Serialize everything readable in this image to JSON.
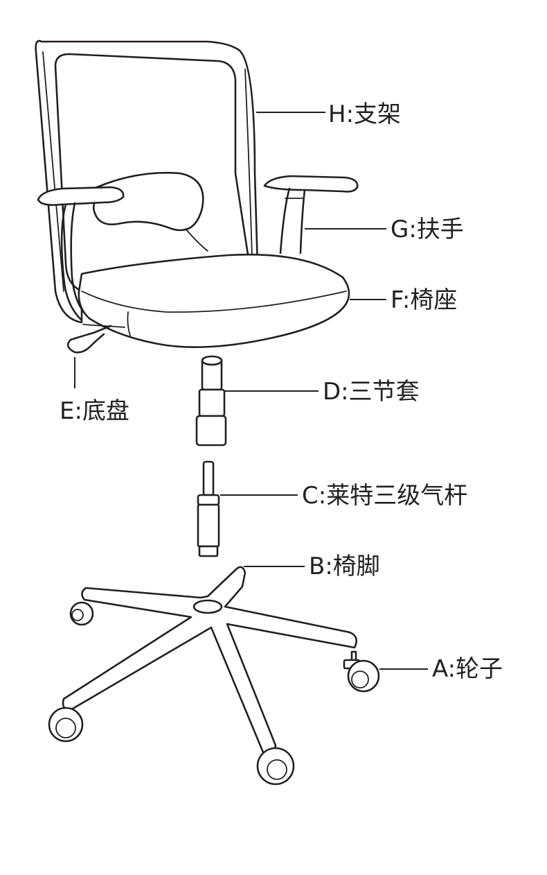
{
  "labels": {
    "H": "H:支架",
    "G": "G:扶手",
    "F": "F:椅座",
    "E": "E:底盘",
    "D": "D:三节套",
    "C": "C:莱特三级气杆",
    "B": "B:椅脚",
    "A": "A:轮子"
  },
  "line_color": "#231f20",
  "background": "#ffffff"
}
